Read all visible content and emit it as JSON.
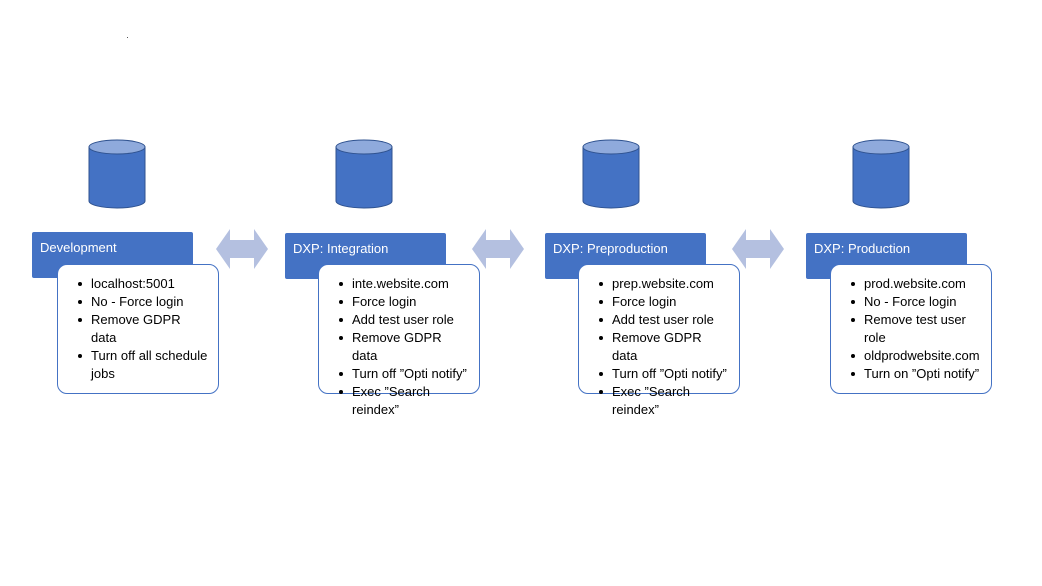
{
  "colors": {
    "header_fill": "#4472c4",
    "db_fill": "#4472c4",
    "db_top": "#8faadc",
    "card_border": "#4472c4",
    "arrow_fill": "#b4c0e0"
  },
  "stages": [
    {
      "title": "Development",
      "items": [
        "localhost:5001",
        "No - Force login",
        "Remove GDPR data",
        "Turn off all schedule jobs"
      ]
    },
    {
      "title": "DXP: Integration",
      "items": [
        "inte.website.com",
        "Force login",
        "Add test user role",
        "Remove GDPR data",
        "Turn off ”Opti notify”",
        "Exec ”Search reindex”"
      ]
    },
    {
      "title": "DXP: Preproduction",
      "items": [
        "prep.website.com",
        "Force login",
        "Add test user role",
        "Remove GDPR data",
        "Turn off ”Opti notify”",
        "Exec ”Search reindex”"
      ]
    },
    {
      "title": "DXP: Production",
      "items": [
        "prod.website.com",
        "No - Force login",
        "Remove test user role",
        "oldprodwebsite.com",
        "Turn on ”Opti notify”"
      ]
    }
  ]
}
